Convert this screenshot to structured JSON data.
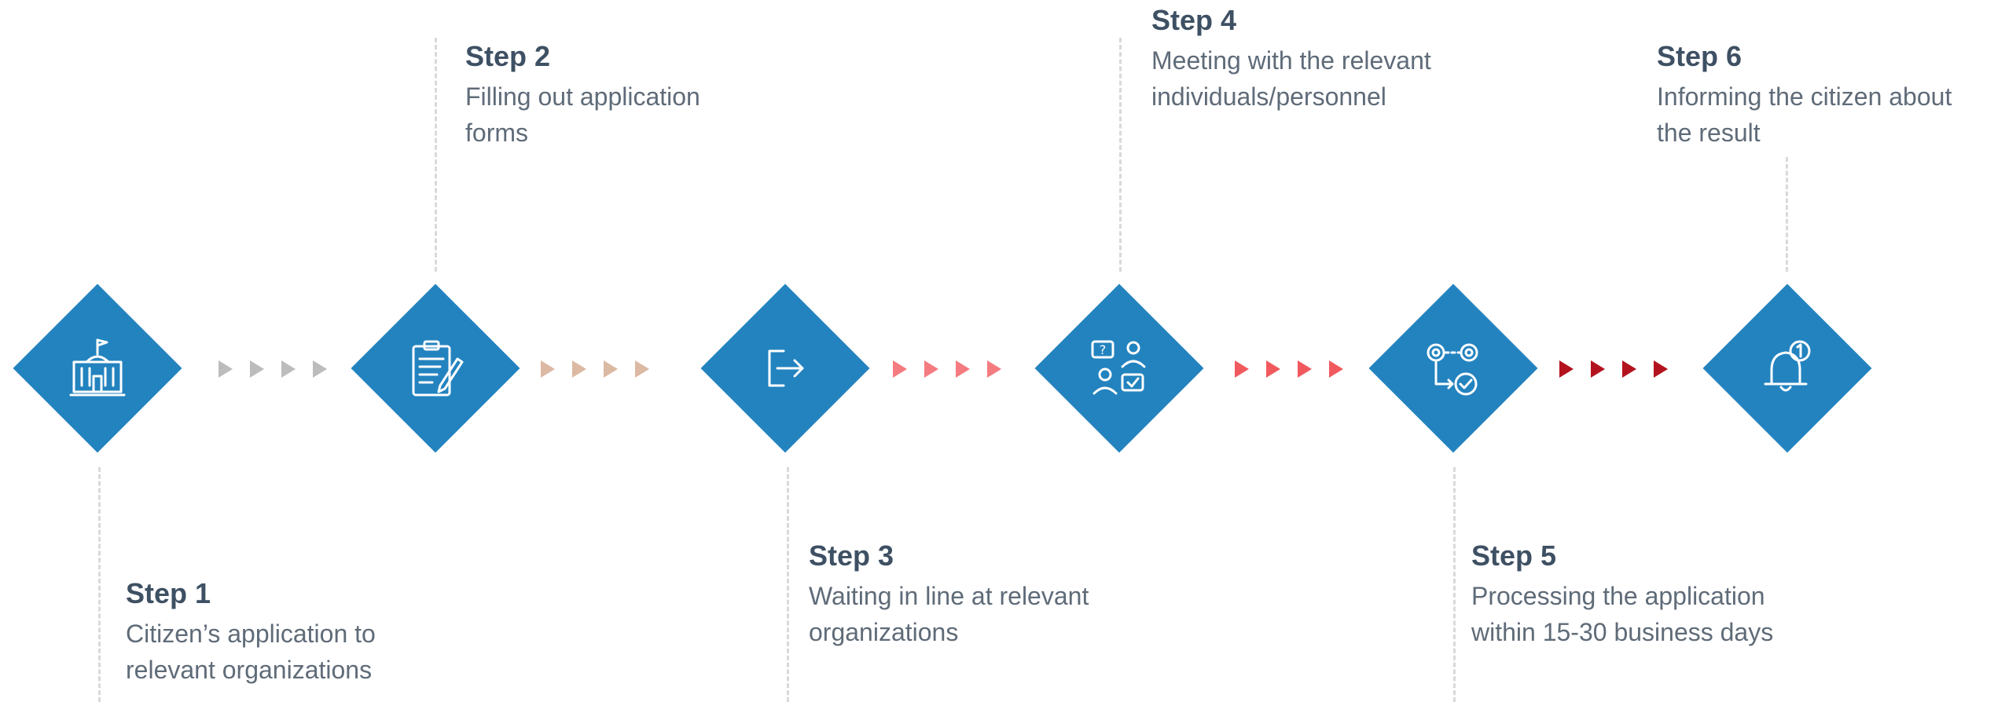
{
  "steps": [
    {
      "title": "Step 1",
      "desc_line1": "Citizen’s application to",
      "desc_line2": "relevant organizations",
      "icon": "government-building-icon"
    },
    {
      "title": "Step 2",
      "desc_line1": "Filling out application",
      "desc_line2": "forms",
      "icon": "clipboard-form-icon"
    },
    {
      "title": "Step 3",
      "desc_line1": "Waiting in line at relevant",
      "desc_line2": "organizations",
      "icon": "exit-arrow-icon"
    },
    {
      "title": "Step 4",
      "desc_line1": "Meeting with the relevant",
      "desc_line2": "individuals/personnel",
      "icon": "meeting-people-icon"
    },
    {
      "title": "Step 5",
      "desc_line1": "Processing the application",
      "desc_line2": "within 15-30 business days",
      "icon": "gears-process-icon"
    },
    {
      "title": "Step 6",
      "desc_line1": "Informing the citizen about",
      "desc_line2": "the result",
      "icon": "notification-bell-icon"
    }
  ],
  "colors": {
    "diamond": "#2383bf",
    "title": "#3e5063",
    "description": "#5f6b78",
    "dashed_line": "#d9d9d9",
    "arrows": [
      "#bcbcbc",
      "#dcb9a3",
      "#f47b80",
      "#f05a5e",
      "#b3131f"
    ]
  }
}
